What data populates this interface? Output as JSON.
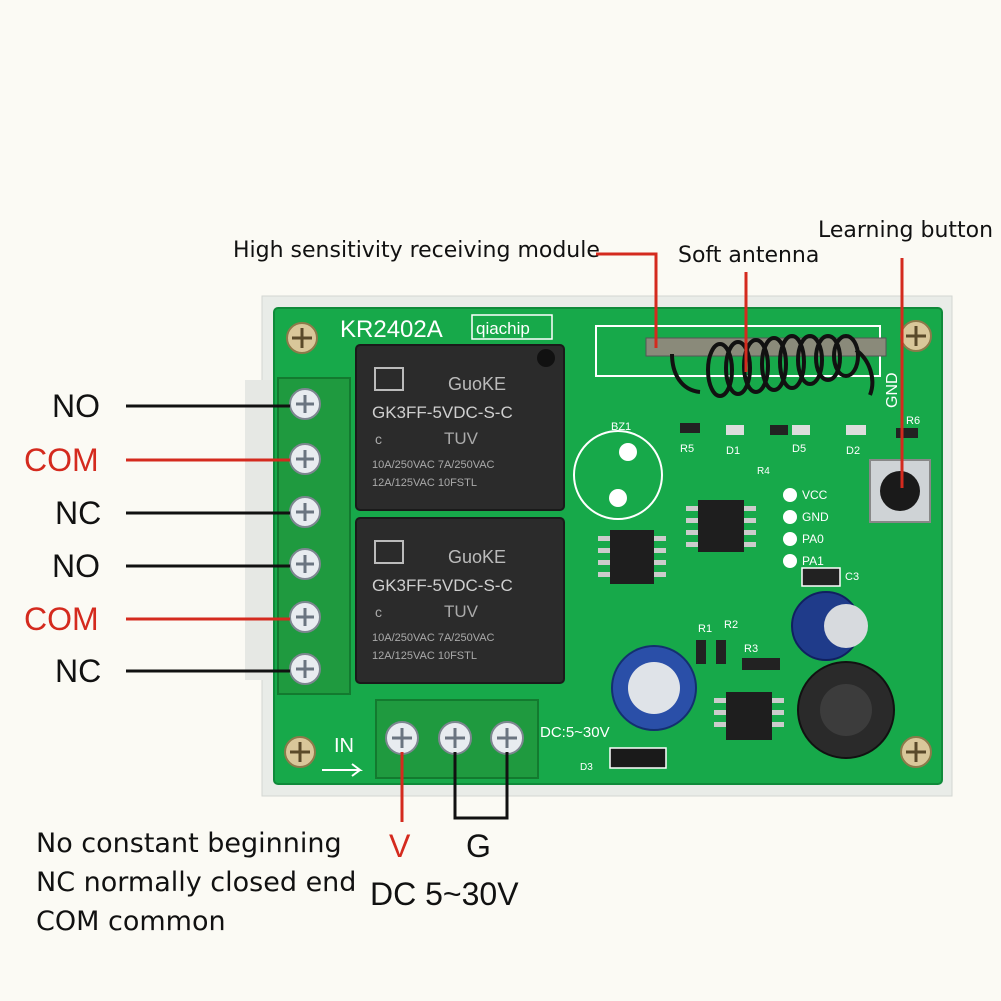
{
  "board": {
    "model": "KR2402A",
    "brand": "qiachip",
    "relay_brand": "GuoKE",
    "relay_model": "GK3FF-5VDC-S-C",
    "relay_rating_1": "10A/250VAC 7A/250VAC",
    "relay_rating_2": "12A/125VAC 10FSTL",
    "input_label": "IN",
    "dc_label": "DC:5~30V",
    "pin_labels": [
      "VCC",
      "GND",
      "PA0",
      "PA1"
    ],
    "gnd_label": "GND",
    "ref_labels": [
      "BZ1",
      "R5",
      "D1",
      "R6",
      "D2",
      "D5",
      "R4",
      "C3",
      "R1",
      "R2",
      "R3",
      "D3"
    ]
  },
  "callouts": {
    "receiving_module": "High sensitivity receiving module",
    "soft_antenna": "Soft antenna",
    "learning_button": "Learning button"
  },
  "terminals": [
    {
      "label": "NO",
      "color": "#111111"
    },
    {
      "label": "COM",
      "color": "#d42a1e"
    },
    {
      "label": "NC",
      "color": "#111111"
    },
    {
      "label": "NO",
      "color": "#111111"
    },
    {
      "label": "COM",
      "color": "#d42a1e"
    },
    {
      "label": "NC",
      "color": "#111111"
    }
  ],
  "power": {
    "v_label": "V",
    "g_label": "G",
    "dc_range": "DC 5~30V"
  },
  "notes": {
    "line1": "No constant beginning",
    "line2": "NC normally closed end",
    "line3": "COM common"
  },
  "colors": {
    "pcb": "#17a94a",
    "relay": "#2b2b2b",
    "terminal_block": "#1f9a3f",
    "accent_red": "#d42a1e"
  }
}
